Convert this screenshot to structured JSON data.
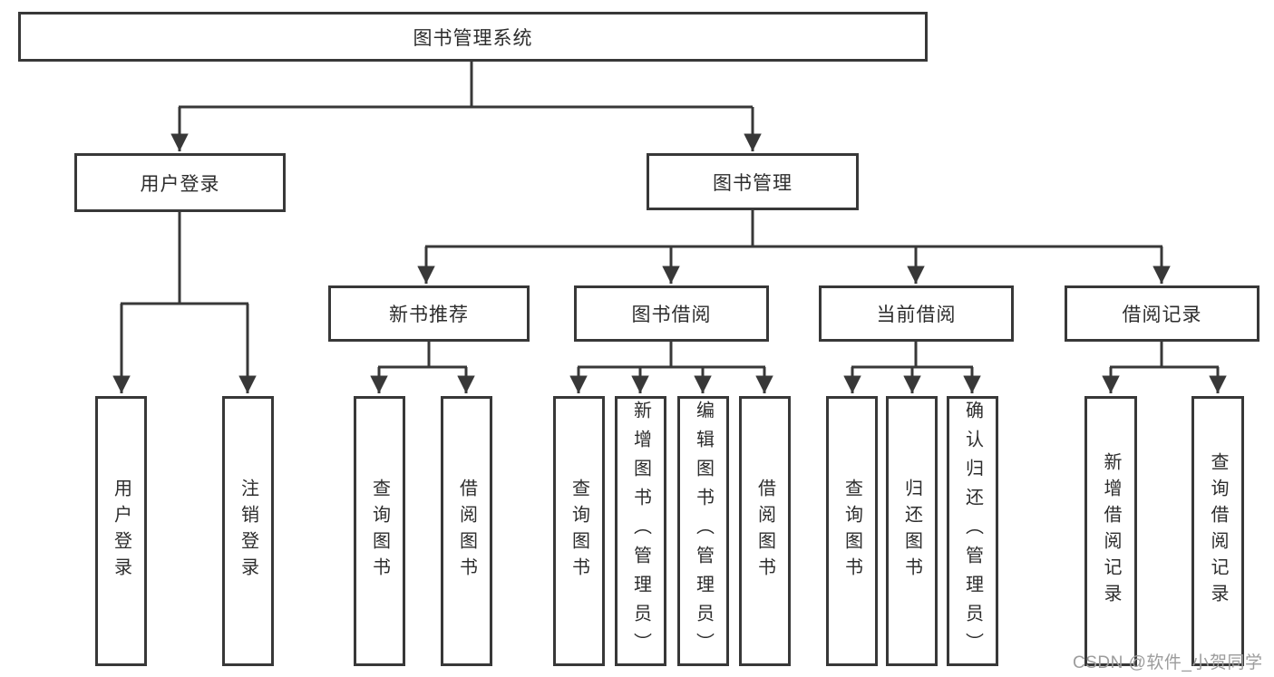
{
  "tree": {
    "root": {
      "label": "图书管理系统",
      "children": [
        {
          "label": "用户登录",
          "children": [
            {
              "label": "用户登录"
            },
            {
              "label": "注销登录"
            }
          ]
        },
        {
          "label": "图书管理",
          "children": [
            {
              "label": "新书推荐",
              "children": [
                {
                  "label": "查询图书"
                },
                {
                  "label": "借阅图书"
                }
              ]
            },
            {
              "label": "图书借阅",
              "children": [
                {
                  "label": "查询图书"
                },
                {
                  "label": "新增图书（管理员）"
                },
                {
                  "label": "编辑图书（管理员）"
                },
                {
                  "label": "借阅图书"
                }
              ]
            },
            {
              "label": "当前借阅",
              "children": [
                {
                  "label": "查询图书"
                },
                {
                  "label": "归还图书"
                },
                {
                  "label": "确认归还（管理员）"
                }
              ]
            },
            {
              "label": "借阅记录",
              "children": [
                {
                  "label": "新增借阅记录"
                },
                {
                  "label": "查询借阅记录"
                }
              ]
            }
          ]
        }
      ]
    },
    "watermark": "CSDN @软件_小贺同学",
    "colors": {
      "line": "#383838",
      "box_border": "#383838",
      "text": "#2d2d2d",
      "watermark": "#9c9c9c",
      "background": "#ffffff"
    }
  }
}
